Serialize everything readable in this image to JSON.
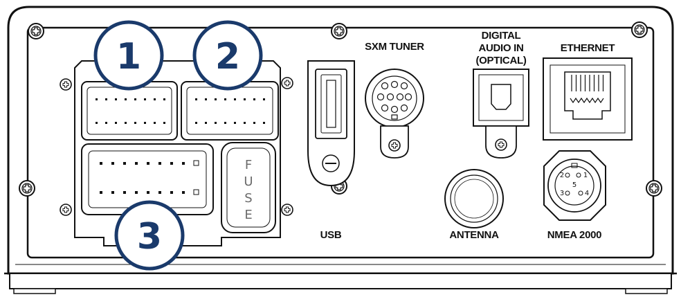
{
  "callouts": [
    "1",
    "2",
    "3"
  ],
  "labels": {
    "sxm_tuner": "SXM TUNER",
    "digital_audio_line1": "DIGITAL",
    "digital_audio_line2": "AUDIO IN",
    "digital_audio_line3": "(OPTICAL)",
    "ethernet": "ETHERNET",
    "usb": "USB",
    "antenna": "ANTENNA",
    "nmea": "NMEA 2000",
    "fuse": [
      "F",
      "U",
      "S",
      "E"
    ]
  },
  "nmea_pins": [
    "1",
    "2",
    "3",
    "4",
    "5"
  ],
  "colors": {
    "callout": "#1a3a6b",
    "line": "#111111",
    "panel": "#ffffff"
  }
}
